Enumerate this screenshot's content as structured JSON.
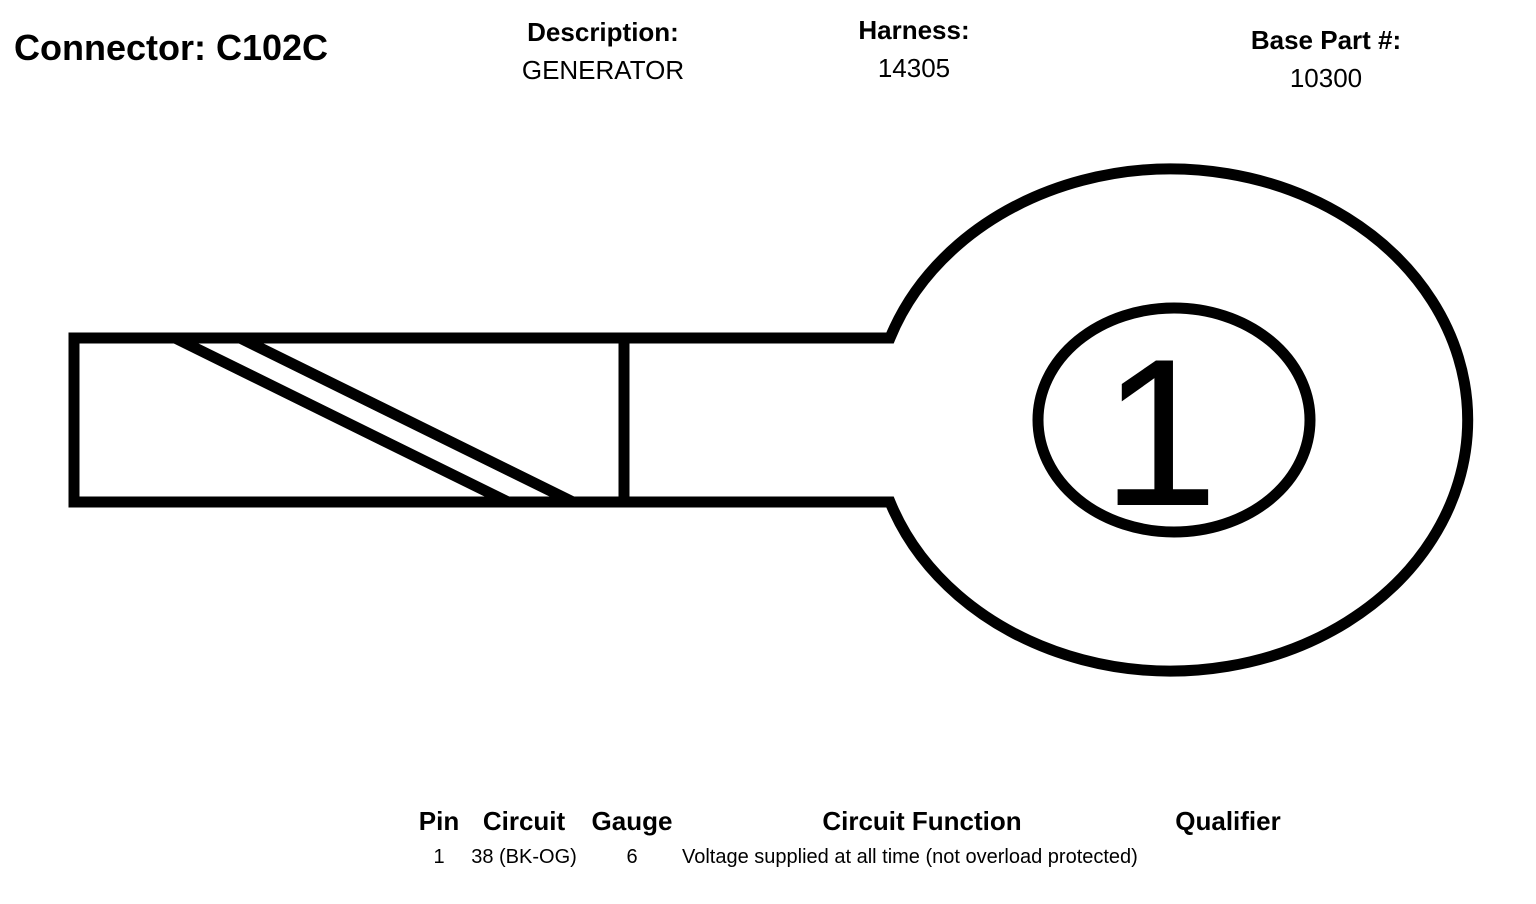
{
  "connector": {
    "title": "Connector: C102C"
  },
  "description": {
    "label": "Description:",
    "value": "GENERATOR"
  },
  "harness": {
    "label": "Harness:",
    "value": "14305"
  },
  "base_part": {
    "label": "Base Part #:",
    "value": "10300"
  },
  "diagram": {
    "pin_label": "1"
  },
  "table": {
    "headers": {
      "pin": "Pin",
      "circuit": "Circuit",
      "gauge": "Gauge",
      "function": "Circuit Function",
      "qualifier": "Qualifier"
    },
    "rows": [
      {
        "pin": "1",
        "circuit": "38 (BK-OG)",
        "gauge": "6",
        "function": "Voltage supplied at all time (not overload protected)",
        "qualifier": ""
      }
    ]
  }
}
